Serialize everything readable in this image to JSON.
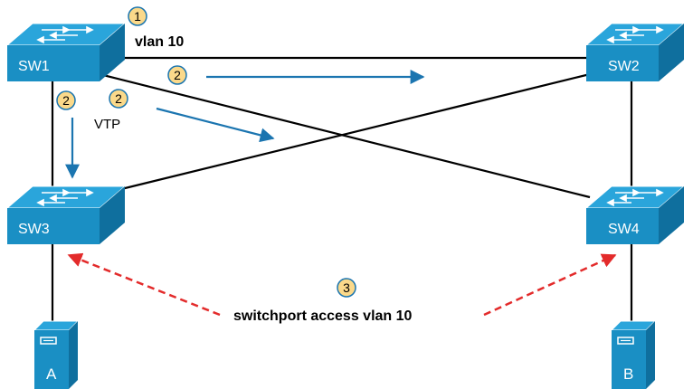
{
  "switches": [
    {
      "id": "sw1",
      "label": "SW1"
    },
    {
      "id": "sw2",
      "label": "SW2"
    },
    {
      "id": "sw3",
      "label": "SW3"
    },
    {
      "id": "sw4",
      "label": "SW4"
    }
  ],
  "hosts": [
    {
      "id": "host-a",
      "label": "A"
    },
    {
      "id": "host-b",
      "label": "B"
    }
  ],
  "annotations": {
    "step1": {
      "number": "1",
      "text": "vlan 10"
    },
    "step2": {
      "number": "2",
      "text": "VTP"
    },
    "step3": {
      "number": "3",
      "text": "switchport access vlan 10"
    }
  },
  "colors": {
    "switch_fill": "#1a8fc4",
    "switch_top": "#2aa5db",
    "vtp_arrow": "#1b75b0",
    "access_arrow": "#e32b2b",
    "step_badge": "#fbd98a",
    "link": "#000000"
  }
}
